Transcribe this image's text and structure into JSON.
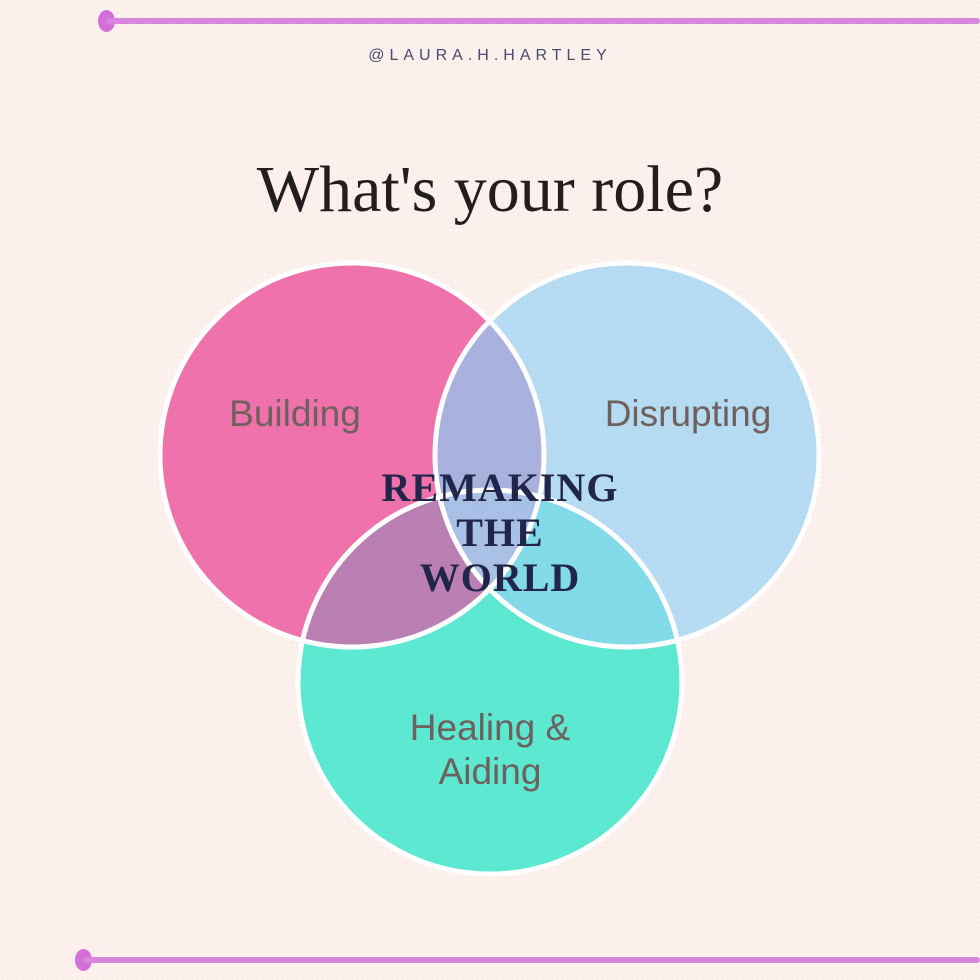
{
  "graphic": {
    "background_color": "#fcf1ed",
    "handle": "@LAURA.H.HARTLEY",
    "handle_color": "#474b6f",
    "title": "What's your role?",
    "title_color": "#221d1e",
    "decor": {
      "line_color": "#d987de",
      "dot_color": "#d46fd9"
    }
  },
  "venn": {
    "outline_color": "#ffffff",
    "label_color": "#6e605c",
    "circles": [
      {
        "id": "building",
        "label": "Building",
        "fill": "#f072ac"
      },
      {
        "id": "disrupting",
        "label": "Disrupting",
        "fill": "#b6dcf4"
      },
      {
        "id": "healing-aiding",
        "label_lines": [
          "Healing &",
          "Aiding"
        ],
        "fill": "#5ce9d2"
      }
    ],
    "overlaps": {
      "building_disrupting": "#a9b2de",
      "building_healing": "#ba7fb3",
      "disrupting_healing": "#82dbe9",
      "all_three": "#a9c1e6"
    },
    "center_label": {
      "lines": [
        "REMAKING",
        "THE",
        "WORLD"
      ],
      "color": "#20264a"
    }
  }
}
